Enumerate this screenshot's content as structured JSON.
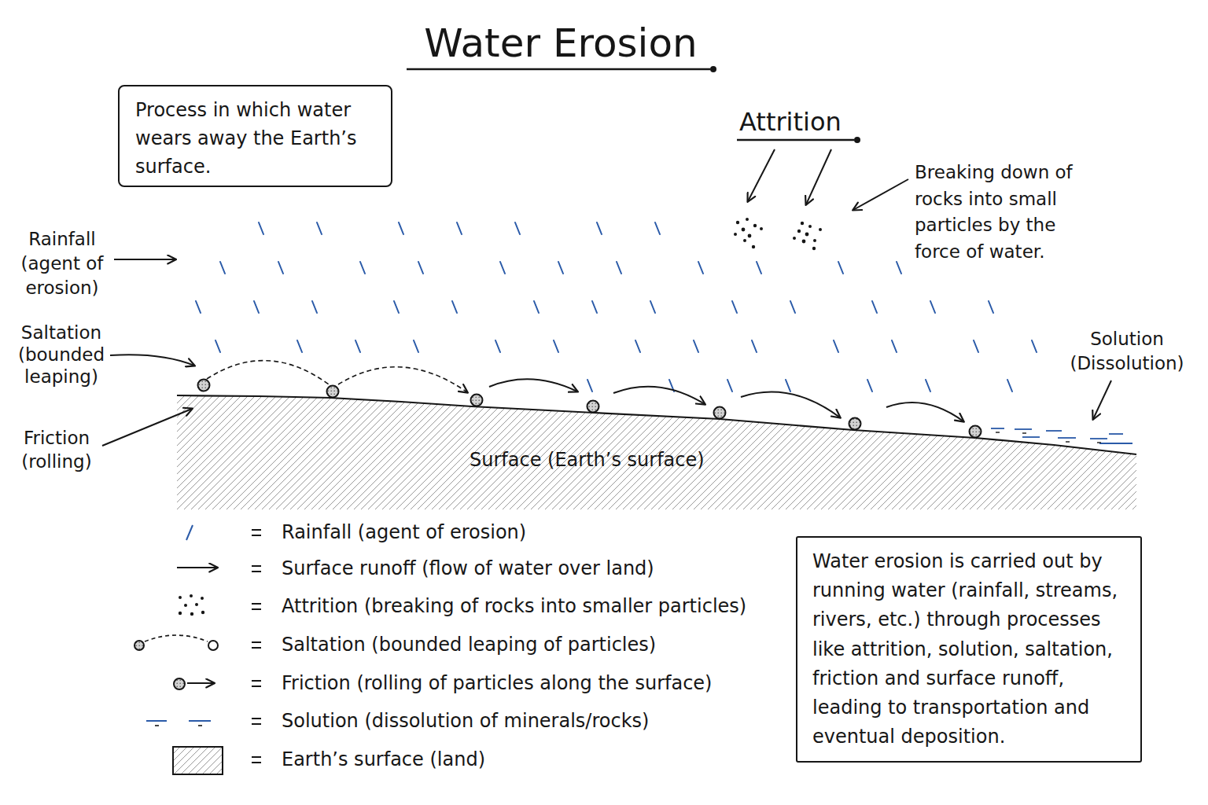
{
  "diagram": {
    "title": "Water Erosion",
    "nodes": [
      {
        "text": [
          "Process in which water wears away the Earth’s surface."
        ]
      },
      {
        "text": [
          "Surface (Earth’s surface)"
        ]
      },
      {
        "text": [
          "Water erosion is carried out by running water (rainfall, streams, rivers, etc.) through processes like attrition, solution, saltation, friction and surface runoff, leading to transportation and eventual deposition."
        ]
      }
    ],
    "labels": [
      "Attrition",
      "Breaking down of rocks into small particles by the force of water.",
      "Rainfall (agent of erosion)",
      "Saltation (bounded leaping)",
      "Solution (Dissolution)",
      "Friction (rolling)"
    ],
    "legend": [
      {
        "text": "Rainfall (agent of erosion)"
      },
      {
        "text": "Surface runoff (flow of water over land)"
      },
      {
        "text": "Attrition (breaking of rocks into smaller particles)"
      },
      {
        "text": "Saltation (bounded leaping of particles)"
      },
      {
        "text": "Friction (rolling of particles along the surface)"
      },
      {
        "text": "Solution (dissolution of minerals/rocks)"
      },
      {
        "text": "Earth’s surface (land)"
      }
    ]
  }
}
